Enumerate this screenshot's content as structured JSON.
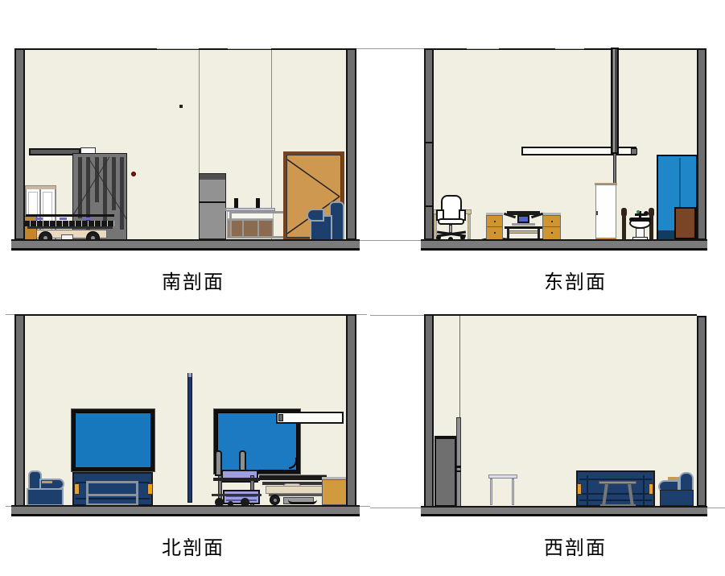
{
  "drawing": {
    "type": "building-section-elevations",
    "room": "patient room interior sections"
  },
  "views": {
    "south": {
      "label": "南剖面"
    },
    "east": {
      "label": "东剖面"
    },
    "north": {
      "label": "北剖面"
    },
    "west": {
      "label": "西剖面"
    }
  },
  "palette": {
    "wall_fill": "#F0EFE2",
    "structure_gray": "#6E6E6E",
    "floor_gray": "#7B7B7B",
    "line_ink": "#141414",
    "door_wood": "#CE9850",
    "door_frame": "#76431C",
    "navy_furniture": "#1D3F6E",
    "screen_blue": "#1778BE",
    "shower_blue": "#1F86C8",
    "cabinet_wood": "#D0952F",
    "accent_orange": "#F0A020",
    "lavender": "#9F9FE0",
    "mattress_tan": "#E6D9BD",
    "storage_brown": "#7A4526"
  },
  "objects": {
    "south": [
      "ceiling light bar",
      "headwall panel",
      "white supply cabinet",
      "wheeled stretcher bed",
      "storage box",
      "refrigerator",
      "counter with bottles",
      "overbed table frame",
      "wood door with swing lines",
      "blue lounge chair"
    ],
    "east": [
      "desk",
      "white office chair",
      "wood drawer cabinet",
      "equipment table with monitor",
      "wood drawer cabinet",
      "floor mats",
      "white door",
      "structural column",
      "light bar",
      "pole stands",
      "toilet with wall fitting",
      "blue shower cabinet",
      "brown storage box"
    ],
    "north": [
      "blue lounge chair",
      "wall screen",
      "sofa with coffee table",
      "IV pole",
      "wall screen",
      "white light bar",
      "commode wheelchair",
      "hospital bed",
      "wood bedside cabinet"
    ],
    "west": [
      "recessed gray cabinet",
      "side stool",
      "sofa with coffee table",
      "blue lounge chair"
    ]
  }
}
